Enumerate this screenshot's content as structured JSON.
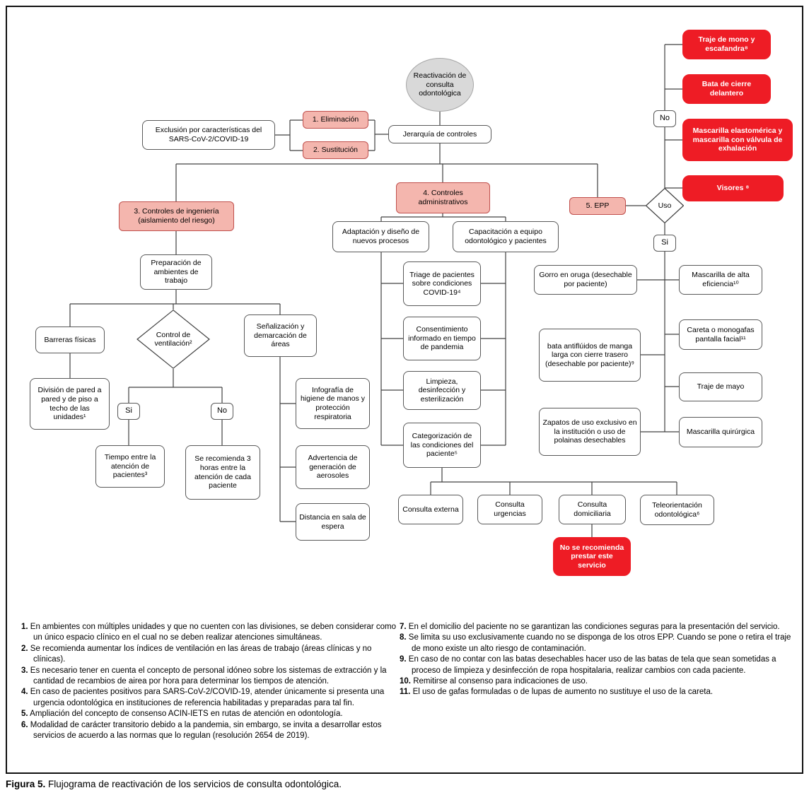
{
  "diagram": {
    "colors": {
      "pink_fill": "#f4b6ae",
      "pink_border": "#c0504d",
      "red_fill": "#ee1c25",
      "gray_fill": "#d9d9d9",
      "gray_border": "#a6a6a6",
      "box_border": "#595959",
      "line_color": "#404040"
    },
    "nodes": {
      "reactivacion": "Reactivación de consulta odontológica",
      "jerarquia": "Jerarquía de controles",
      "eliminacion": "1. Eliminación",
      "sustitucion": "2. Sustitución",
      "exclusion": "Exclusión por características del SARS-CoV-2/COVID-19",
      "controles_ingenieria": "3. Controles de ingeniería (aislamiento del riesgo)",
      "controles_administrativos": "4. Controles administrativos",
      "epp": "5. EPP",
      "uso": "Uso",
      "no_epp": "No",
      "si_epp": "Si",
      "traje_mono": "Traje de mono y escafandra⁸",
      "bata_cierre": "Bata de cierre delantero",
      "mascarilla_elastomerica": "Mascarilla elastomérica y mascarilla con válvula de exhalación",
      "visores": "Visores ⁸",
      "mascarilla_alta": "Mascarilla de alta eficiencia¹⁰",
      "careta": "Careta o monogafas pantalla facial¹¹",
      "traje_mayo": "Traje de mayo",
      "mascarilla_quirurgica": "Mascarilla quirúrgica",
      "gorro": "Gorro en oruga (desechable por paciente)",
      "bata_antifluidos": "bata antiflúidos de manga larga con cierre trasero (desechable por paciente)⁹",
      "zapatos": "Zapatos de uso exclusivo en la institución o uso de polainas desechables",
      "adaptacion": "Adaptación y diseño de nuevos procesos",
      "capacitacion": "Capacitación a equipo odontológico y pacientes",
      "triage": "Triage de pacientes sobre condiciones COVID-19⁴",
      "consentimiento": "Consentimiento informado en tiempo de pandemia",
      "limpieza": "Limpieza, desinfección y esterilización",
      "categorizacion": "Categorización de las condiciones del paciente⁵",
      "consulta_externa": "Consulta externa",
      "consulta_urgencias": "Consulta urgencias",
      "consulta_domiciliaria": "Consulta domiciliaria",
      "teleorientacion": "Teleorientación odontológica⁶",
      "no_recomienda": "No se recomienda prestar este servicio",
      "preparacion": "Preparación de ambientes de trabajo",
      "barreras": "Barreras físicas",
      "division": "División de pared a pared y de piso a techo de las unidades¹",
      "control_ventilacion": "Control de ventilación²",
      "si_vent": "Si",
      "no_vent": "No",
      "tiempo_atencion": "Tiempo entre la atención de pacientes³",
      "recomienda_3h": "Se recomienda 3 horas entre la atención de cada paciente",
      "senalizacion": "Señalización y demarcación de áreas",
      "infografia": "Infografía de higiene de manos y protección respiratoria",
      "advertencia": "Advertencia de generación de aerosoles",
      "distancia": "Distancia en sala de espera"
    }
  },
  "footnotes": {
    "left": [
      {
        "num": "1.",
        "text": "En ambientes con múltiples unidades y que no cuenten con las divisiones, se deben considerar como un único espacio clínico en el cual no se deben realizar atenciones simultáneas."
      },
      {
        "num": "2.",
        "text": "Se recomienda aumentar los índices de ventilación en las áreas de trabajo (áreas clínicas y no clínicas)."
      },
      {
        "num": "3.",
        "text": "Es necesario tener en cuenta el concepto de personal idóneo sobre los sistemas de extracción y la cantidad de recambios de airea por hora para determinar los tiempos de atención."
      },
      {
        "num": "4.",
        "text": "En caso de pacientes positivos para SARS-CoV-2/COVID-19, atender únicamente si presenta una urgencia odontológica en instituciones de referencia habilitadas y preparadas para tal fin."
      },
      {
        "num": "5.",
        "text": "Ampliación del concepto de consenso ACIN-IETS en rutas de atención en odontología."
      },
      {
        "num": "6.",
        "text": "Modalidad de carácter transitorio debido a la pandemia, sin embargo, se invita a desarrollar estos servicios de acuerdo a las normas que lo regulan (resolución 2654 de 2019)."
      }
    ],
    "right": [
      {
        "num": "7.",
        "text": "En el domicilio del paciente no se garantizan las condiciones seguras para la presentación del servicio."
      },
      {
        "num": "8.",
        "text": "Se limita su uso exclusivamente cuando no se disponga de los otros EPP. Cuando se pone o retira el traje de mono existe un alto riesgo de contaminación."
      },
      {
        "num": "9.",
        "text": "En caso de no contar con las batas desechables hacer uso de las batas de tela que sean sometidas a proceso de limpieza y desinfección de ropa hospitalaria, realizar cambios con cada paciente."
      },
      {
        "num": "10.",
        "text": "Remitirse al consenso para indicaciones de uso."
      },
      {
        "num": "11.",
        "text": "El uso de gafas formuladas o de lupas de aumento no sustituye el uso de la careta."
      }
    ]
  },
  "caption": {
    "label": "Figura 5.",
    "text": "Flujograma de reactivación de los servicios de consulta odontológica."
  }
}
